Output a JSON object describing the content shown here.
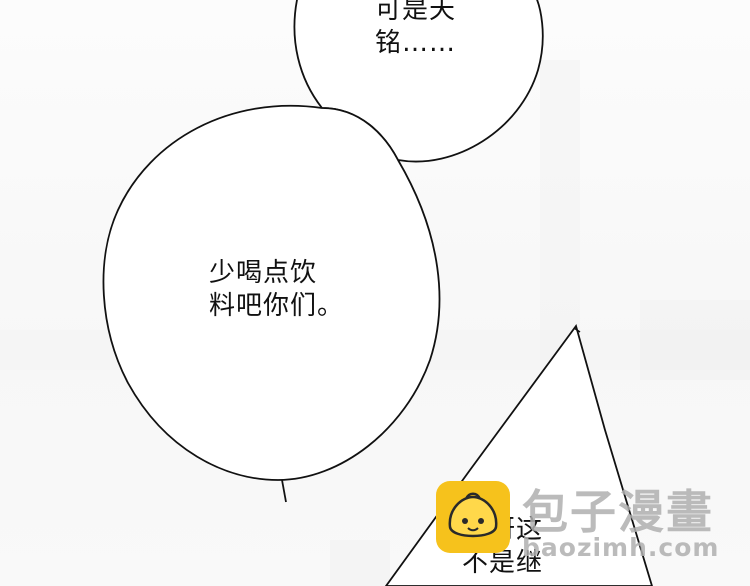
{
  "speech": {
    "top_bubble": "可是天\n铭……",
    "middle_bubble": "少喝点饮\n料吧你们。",
    "bottom_bubble": "哎呀这\n不是继"
  },
  "watermark": {
    "site_name": "包子漫畫",
    "site_url": "baozimh.com",
    "logo_icon": "steamed-bun-icon",
    "logo_color": "#f6c21c"
  }
}
